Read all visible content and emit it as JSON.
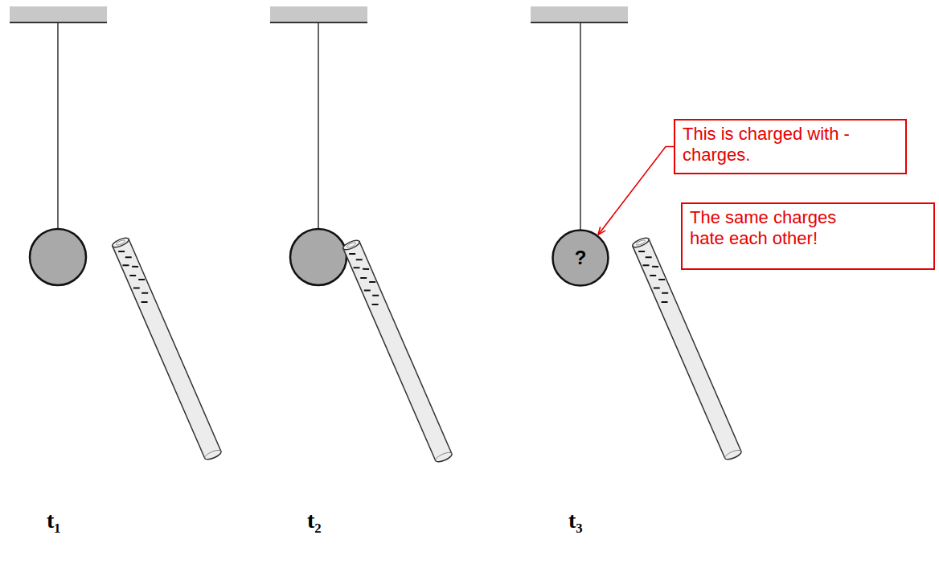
{
  "diagram": {
    "nodes": [
      {
        "text": [
          "This is charged with - charges."
        ]
      },
      {
        "text": [
          "The same charges hate each other!"
        ]
      },
      {
        "text": [
          "?"
        ]
      }
    ],
    "edges": [
      {
        "from": 0,
        "to": 2,
        "arrow": "to"
      }
    ],
    "labels": [
      "t₁",
      "t₂",
      "t₃"
    ]
  }
}
